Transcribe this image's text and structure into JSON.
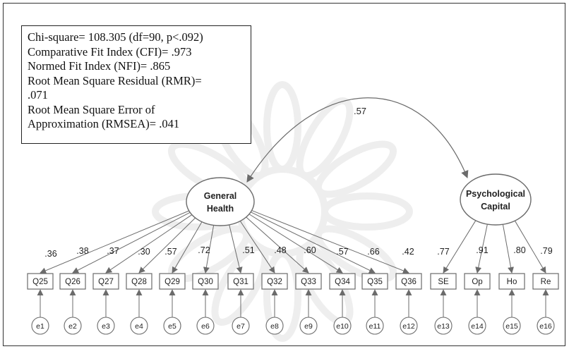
{
  "fit_stats": {
    "lines": [
      "Chi-square= 108.305 (df=90, p<.092)",
      "Comparative Fit Index (CFI)= .973",
      "Normed Fit Index (NFI)= .865",
      "Root Mean Square Residual (RMR)=",
      ".071",
      "Root Mean Square Error of",
      "Approximation (RMSEA)= .041"
    ]
  },
  "latents": [
    {
      "id": "gh",
      "lines": [
        "General",
        "Health"
      ]
    },
    {
      "id": "pc",
      "lines": [
        "Psychological",
        "Capital"
      ]
    }
  ],
  "correlation": ".57",
  "indicators": [
    {
      "label": "Q25",
      "error": "e1",
      "loading": ".36",
      "factor": "gh"
    },
    {
      "label": "Q26",
      "error": "e2",
      "loading": ".38",
      "factor": "gh"
    },
    {
      "label": "Q27",
      "error": "e3",
      "loading": ".37",
      "factor": "gh"
    },
    {
      "label": "Q28",
      "error": "e4",
      "loading": ".30",
      "factor": "gh"
    },
    {
      "label": "Q29",
      "error": "e5",
      "loading": ".57",
      "factor": "gh"
    },
    {
      "label": "Q30",
      "error": "e6",
      "loading": ".72",
      "factor": "gh"
    },
    {
      "label": "Q31",
      "error": "e7",
      "loading": ".51",
      "factor": "gh"
    },
    {
      "label": "Q32",
      "error": "e8",
      "loading": ".48",
      "factor": "gh"
    },
    {
      "label": "Q33",
      "error": "e9",
      "loading": ".60",
      "factor": "gh"
    },
    {
      "label": "Q34",
      "error": "e10",
      "loading": ".57",
      "factor": "gh"
    },
    {
      "label": "Q35",
      "error": "e11",
      "loading": ".66",
      "factor": "gh"
    },
    {
      "label": "Q36",
      "error": "e12",
      "loading": ".42",
      "factor": "gh"
    },
    {
      "label": "SE",
      "error": "e13",
      "loading": ".77",
      "factor": "pc"
    },
    {
      "label": "Op",
      "error": "e14",
      "loading": ".91",
      "factor": "pc"
    },
    {
      "label": "Ho",
      "error": "e15",
      "loading": ".80",
      "factor": "pc"
    },
    {
      "label": "Re",
      "error": "e16",
      "loading": ".79",
      "factor": "pc"
    }
  ],
  "colors": {
    "stroke": "#6b6b6b",
    "text": "#222222",
    "arrow": "#7a7a7a"
  }
}
